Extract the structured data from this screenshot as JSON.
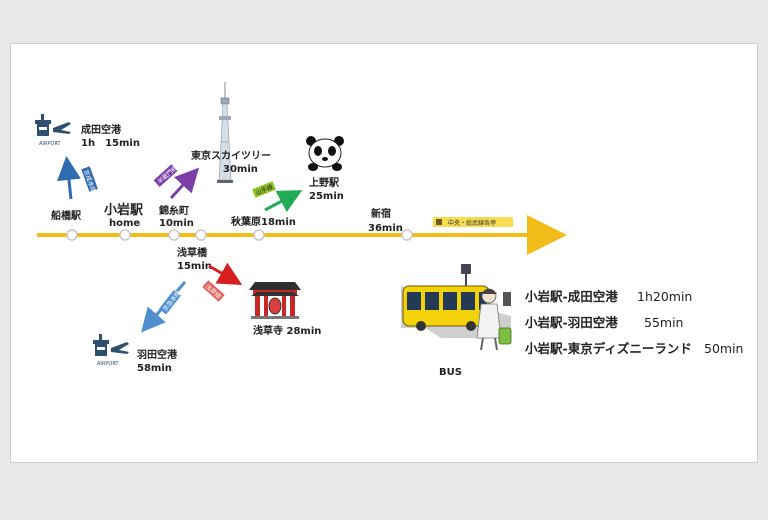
{
  "main_line": {
    "tag_text": "中央・総武線各停",
    "color": "#f3bd19"
  },
  "stations": {
    "funabashi": "船橋駅",
    "koiwa": "小岩駅",
    "koiwa_home": "home",
    "kinshicho": "錦糸町",
    "kinshicho_time": "10min",
    "akihabara": "秋葉原18min",
    "shinjuku": "新宿",
    "shinjuku_time": "36min",
    "asakusabashi": "浅草橋",
    "asakusabashi_time": "15min"
  },
  "destinations": {
    "narita": "成田空港",
    "narita_time": "1h　15min",
    "skytree": "東京スカイツリー",
    "skytree_time": "30min",
    "ueno": "上野駅",
    "ueno_time": "25min",
    "haneda": "羽田空港",
    "haneda_time": "58min",
    "sensoji": "浅草寺 28min"
  },
  "line_tags": {
    "keisei": "京成本線",
    "hanzomon": "半蔵門線",
    "yamanote": "山手線",
    "keikyu": "京急本線",
    "asakusa": "浅草線"
  },
  "icon_text": {
    "airport_label": "AIRPORT"
  },
  "bus": {
    "label": "BUS",
    "routes": [
      {
        "route": "小岩駅-成田空港",
        "time": "1h20min"
      },
      {
        "route": "小岩駅-羽田空港",
        "time": "55min"
      },
      {
        "route": "小岩駅-東京ディズニーランド",
        "time": "50min"
      }
    ]
  },
  "colors": {
    "narita_arrow": "#2f6bb0",
    "skytree_arrow": "#7b3fa8",
    "ueno_arrow": "#22aa55",
    "haneda_arrow": "#4f8fd0",
    "sensoji_arrow": "#d62020",
    "airport_icon": "#2f4f6f"
  }
}
